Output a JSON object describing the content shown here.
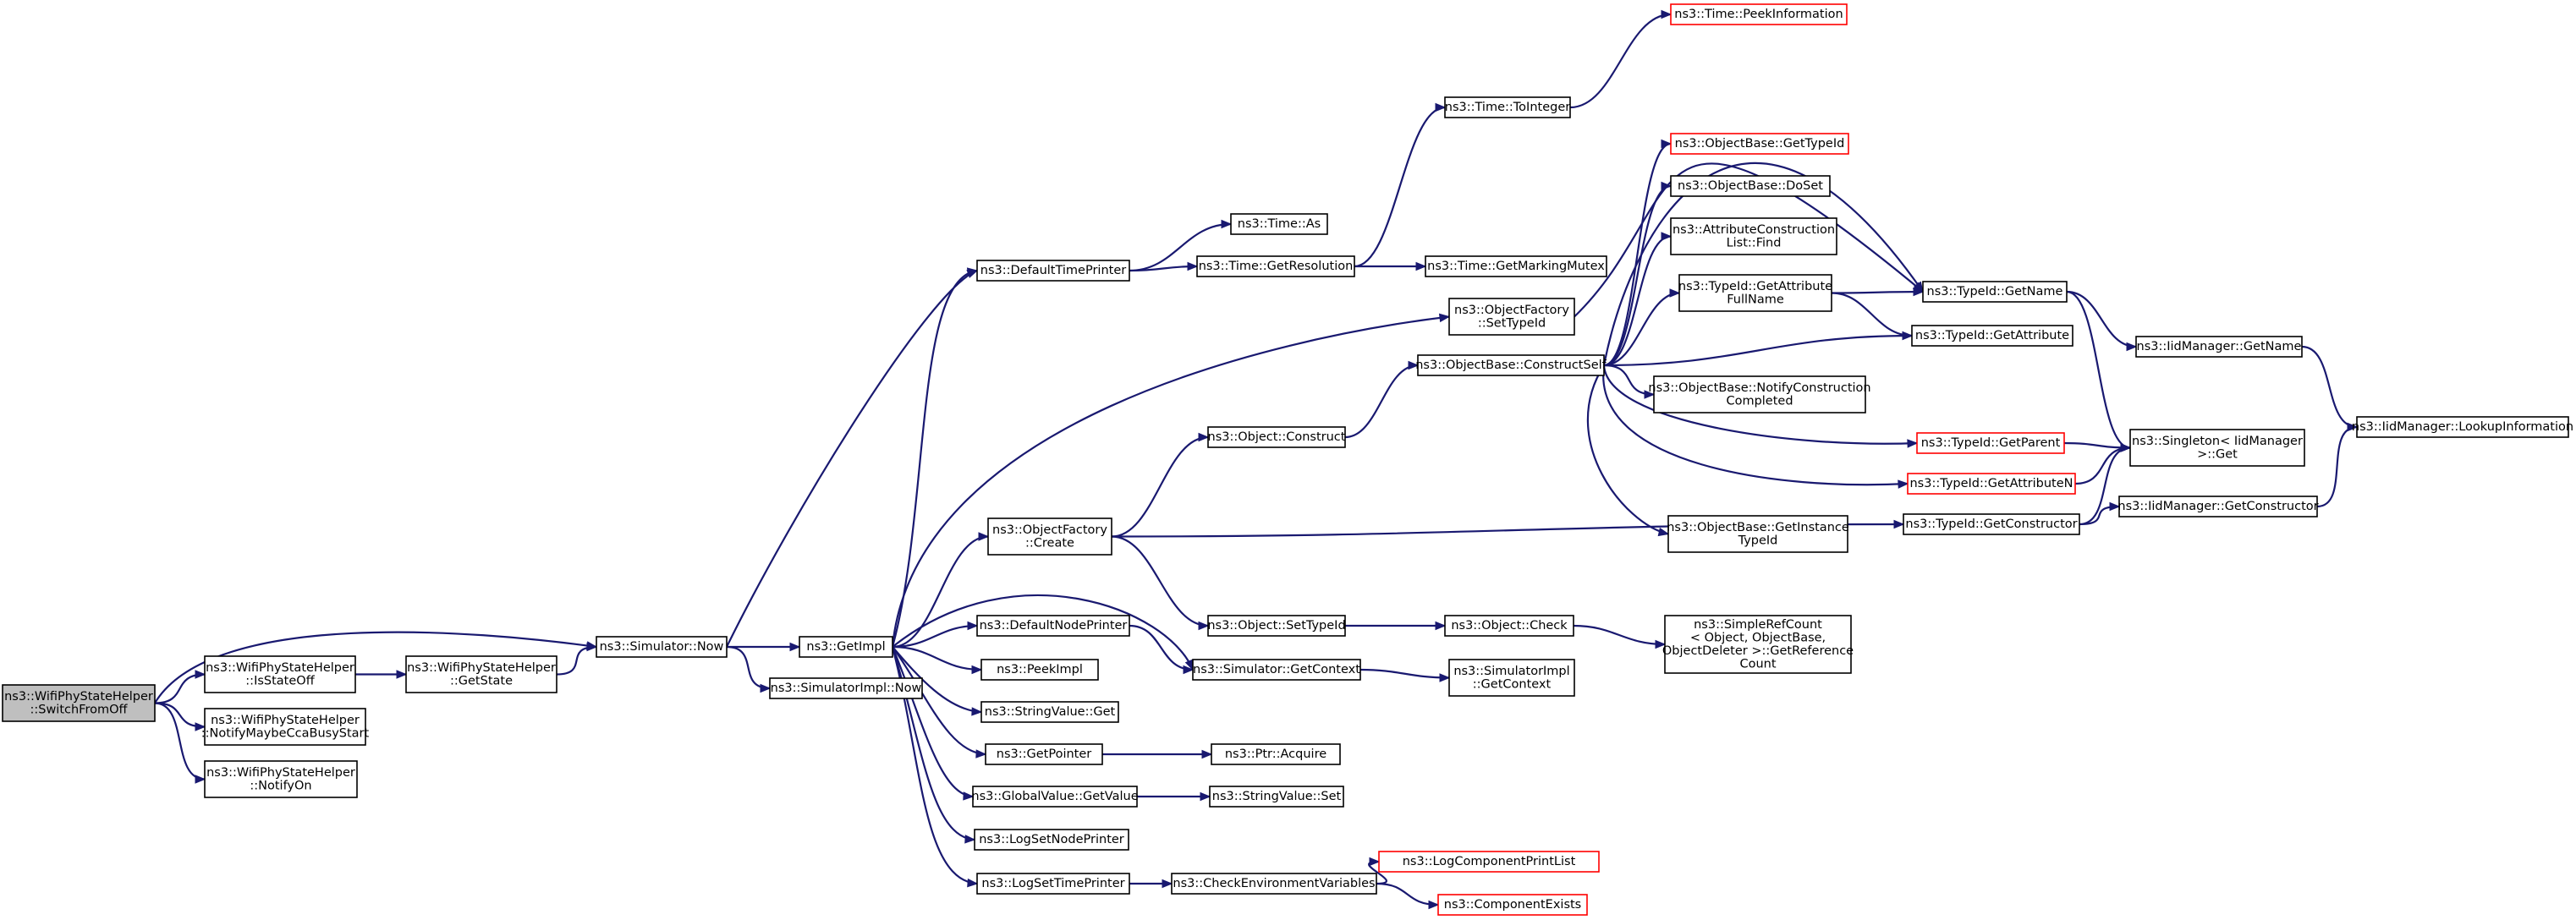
{
  "diagram": {
    "type": "call-graph",
    "colors": {
      "edge": "#191970",
      "node_border": "#000000",
      "truncated_border": "#ff0000",
      "root_fill": "#bfbfbf"
    },
    "nodes": [
      {
        "id": "switchfromoff",
        "lines": [
          "ns3::WifiPhyStateHelper",
          "::SwitchFromOff"
        ],
        "kind": "root"
      },
      {
        "id": "isstateoff",
        "lines": [
          "ns3::WifiPhyStateHelper",
          "::IsStateOff"
        ]
      },
      {
        "id": "notifymaybe",
        "lines": [
          "ns3::WifiPhyStateHelper",
          "::NotifyMaybeCcaBusyStart"
        ]
      },
      {
        "id": "notifyon",
        "lines": [
          "ns3::WifiPhyStateHelper",
          "::NotifyOn"
        ]
      },
      {
        "id": "getstate",
        "lines": [
          "ns3::WifiPhyStateHelper",
          "::GetState"
        ]
      },
      {
        "id": "simnow",
        "lines": [
          "ns3::Simulator::Now"
        ]
      },
      {
        "id": "getimpl",
        "lines": [
          "ns3::GetImpl"
        ]
      },
      {
        "id": "simimplnow",
        "lines": [
          "ns3::SimulatorImpl::Now"
        ]
      },
      {
        "id": "defaulttimeprinter",
        "lines": [
          "ns3::DefaultTimePrinter"
        ]
      },
      {
        "id": "ofcreate",
        "lines": [
          "ns3::ObjectFactory",
          "::Create"
        ]
      },
      {
        "id": "defaultnodeprinter",
        "lines": [
          "ns3::DefaultNodePrinter"
        ]
      },
      {
        "id": "peekimpl",
        "lines": [
          "ns3::PeekImpl"
        ]
      },
      {
        "id": "stringvalueget",
        "lines": [
          "ns3::StringValue::Get"
        ]
      },
      {
        "id": "getpointer",
        "lines": [
          "ns3::GetPointer"
        ]
      },
      {
        "id": "globalvalueget",
        "lines": [
          "ns3::GlobalValue::GetValue"
        ]
      },
      {
        "id": "logsetnodeprinter",
        "lines": [
          "ns3::LogSetNodePrinter"
        ]
      },
      {
        "id": "logsettimeprinter",
        "lines": [
          "ns3::LogSetTimePrinter"
        ]
      },
      {
        "id": "timeas",
        "lines": [
          "ns3::Time::As"
        ]
      },
      {
        "id": "timegetres",
        "lines": [
          "ns3::Time::GetResolution"
        ]
      },
      {
        "id": "objconstruct",
        "lines": [
          "ns3::Object::Construct"
        ]
      },
      {
        "id": "objsettypeid",
        "lines": [
          "ns3::Object::SetTypeId"
        ]
      },
      {
        "id": "simgetcontext",
        "lines": [
          "ns3::Simulator::GetContext"
        ]
      },
      {
        "id": "ptracquire",
        "lines": [
          "ns3::Ptr::Acquire"
        ]
      },
      {
        "id": "stringvalueset",
        "lines": [
          "ns3::StringValue::Set"
        ]
      },
      {
        "id": "checkenv",
        "lines": [
          "ns3::CheckEnvironmentVariables"
        ]
      },
      {
        "id": "timetointeger",
        "lines": [
          "ns3::Time::ToInteger"
        ]
      },
      {
        "id": "timegetmutex",
        "lines": [
          "ns3::Time::GetMarkingMutex"
        ]
      },
      {
        "id": "ofsettypeid",
        "lines": [
          "ns3::ObjectFactory",
          "::SetTypeId"
        ]
      },
      {
        "id": "constructself",
        "lines": [
          "ns3::ObjectBase::ConstructSelf"
        ]
      },
      {
        "id": "objcheck",
        "lines": [
          "ns3::Object::Check"
        ]
      },
      {
        "id": "simimplgetcontext",
        "lines": [
          "ns3::SimulatorImpl",
          "::GetContext"
        ]
      },
      {
        "id": "logcompprint",
        "lines": [
          "ns3::LogComponentPrintList"
        ],
        "kind": "truncated"
      },
      {
        "id": "compexists",
        "lines": [
          "ns3::ComponentExists"
        ],
        "kind": "truncated"
      },
      {
        "id": "peekinfo",
        "lines": [
          "ns3::Time::PeekInformation"
        ],
        "kind": "truncated"
      },
      {
        "id": "obgettypeid",
        "lines": [
          "ns3::ObjectBase::GetTypeId"
        ],
        "kind": "truncated"
      },
      {
        "id": "obdoset",
        "lines": [
          "ns3::ObjectBase::DoSet"
        ]
      },
      {
        "id": "attrfind",
        "lines": [
          "ns3::AttributeConstruction",
          "List::Find"
        ]
      },
      {
        "id": "tidgetattrfull",
        "lines": [
          "ns3::TypeId::GetAttribute",
          "FullName"
        ]
      },
      {
        "id": "obnotify",
        "lines": [
          "ns3::ObjectBase::NotifyConstruction",
          "Completed"
        ]
      },
      {
        "id": "obgetinstance",
        "lines": [
          "ns3::ObjectBase::GetInstance",
          "TypeId"
        ]
      },
      {
        "id": "simplerefcount",
        "lines": [
          "ns3::SimpleRefCount",
          "< Object, ObjectBase,",
          " ObjectDeleter >::GetReference",
          "Count"
        ]
      },
      {
        "id": "tidgetname",
        "lines": [
          "ns3::TypeId::GetName"
        ]
      },
      {
        "id": "tidgetattr",
        "lines": [
          "ns3::TypeId::GetAttribute"
        ]
      },
      {
        "id": "tidgetparent",
        "lines": [
          "ns3::TypeId::GetParent"
        ],
        "kind": "truncated"
      },
      {
        "id": "tidgetattrn",
        "lines": [
          "ns3::TypeId::GetAttributeN"
        ],
        "kind": "truncated"
      },
      {
        "id": "tidgetctor",
        "lines": [
          "ns3::TypeId::GetConstructor"
        ]
      },
      {
        "id": "iidgetname",
        "lines": [
          "ns3::IidManager::GetName"
        ]
      },
      {
        "id": "singletonget",
        "lines": [
          "ns3::Singleton< IidManager",
          " >::Get"
        ]
      },
      {
        "id": "iidgetctor",
        "lines": [
          "ns3::IidManager::GetConstructor"
        ]
      },
      {
        "id": "iidlookup",
        "lines": [
          "ns3::IidManager::LookupInformation"
        ]
      }
    ],
    "edges": [
      [
        "switchfromoff",
        "isstateoff"
      ],
      [
        "switchfromoff",
        "simnow"
      ],
      [
        "switchfromoff",
        "notifymaybe"
      ],
      [
        "switchfromoff",
        "notifyon"
      ],
      [
        "isstateoff",
        "getstate"
      ],
      [
        "getstate",
        "simnow"
      ],
      [
        "simnow",
        "getimpl"
      ],
      [
        "simnow",
        "simimplnow"
      ],
      [
        "simnow",
        "defaulttimeprinter"
      ],
      [
        "getimpl",
        "defaulttimeprinter"
      ],
      [
        "getimpl",
        "ofcreate"
      ],
      [
        "getimpl",
        "defaultnodeprinter"
      ],
      [
        "getimpl",
        "peekimpl"
      ],
      [
        "getimpl",
        "stringvalueget"
      ],
      [
        "getimpl",
        "getpointer"
      ],
      [
        "getimpl",
        "globalvalueget"
      ],
      [
        "getimpl",
        "logsetnodeprinter"
      ],
      [
        "getimpl",
        "logsettimeprinter"
      ],
      [
        "getimpl",
        "ofsettypeid"
      ],
      [
        "getimpl",
        "simgetcontext"
      ],
      [
        "defaulttimeprinter",
        "timeas"
      ],
      [
        "defaulttimeprinter",
        "timegetres"
      ],
      [
        "timegetres",
        "timetointeger"
      ],
      [
        "timegetres",
        "timegetmutex"
      ],
      [
        "timetointeger",
        "peekinfo"
      ],
      [
        "ofcreate",
        "objconstruct"
      ],
      [
        "ofcreate",
        "objsettypeid"
      ],
      [
        "ofcreate",
        "tidgetctor"
      ],
      [
        "defaultnodeprinter",
        "simgetcontext"
      ],
      [
        "simgetcontext",
        "simimplgetcontext"
      ],
      [
        "getpointer",
        "ptracquire"
      ],
      [
        "globalvalueget",
        "stringvalueset"
      ],
      [
        "logsettimeprinter",
        "checkenv"
      ],
      [
        "checkenv",
        "logcompprint"
      ],
      [
        "checkenv",
        "compexists"
      ],
      [
        "objconstruct",
        "constructself"
      ],
      [
        "objsettypeid",
        "objcheck"
      ],
      [
        "objcheck",
        "simplerefcount"
      ],
      [
        "ofsettypeid",
        "tidgetname"
      ],
      [
        "constructself",
        "obgettypeid"
      ],
      [
        "constructself",
        "obdoset"
      ],
      [
        "constructself",
        "attrfind"
      ],
      [
        "constructself",
        "tidgetattrfull"
      ],
      [
        "constructself",
        "obnotify"
      ],
      [
        "constructself",
        "obgetinstance"
      ],
      [
        "constructself",
        "tidgetname"
      ],
      [
        "constructself",
        "tidgetattr"
      ],
      [
        "constructself",
        "tidgetparent"
      ],
      [
        "constructself",
        "tidgetattrn"
      ],
      [
        "tidgetattrfull",
        "tidgetname"
      ],
      [
        "tidgetattrfull",
        "tidgetattr"
      ],
      [
        "tidgetname",
        "iidgetname"
      ],
      [
        "tidgetname",
        "singletonget"
      ],
      [
        "tidgetparent",
        "singletonget"
      ],
      [
        "tidgetattrn",
        "singletonget"
      ],
      [
        "tidgetctor",
        "singletonget"
      ],
      [
        "tidgetctor",
        "iidgetctor"
      ],
      [
        "iidgetname",
        "iidlookup"
      ],
      [
        "iidgetctor",
        "iidlookup"
      ]
    ]
  }
}
